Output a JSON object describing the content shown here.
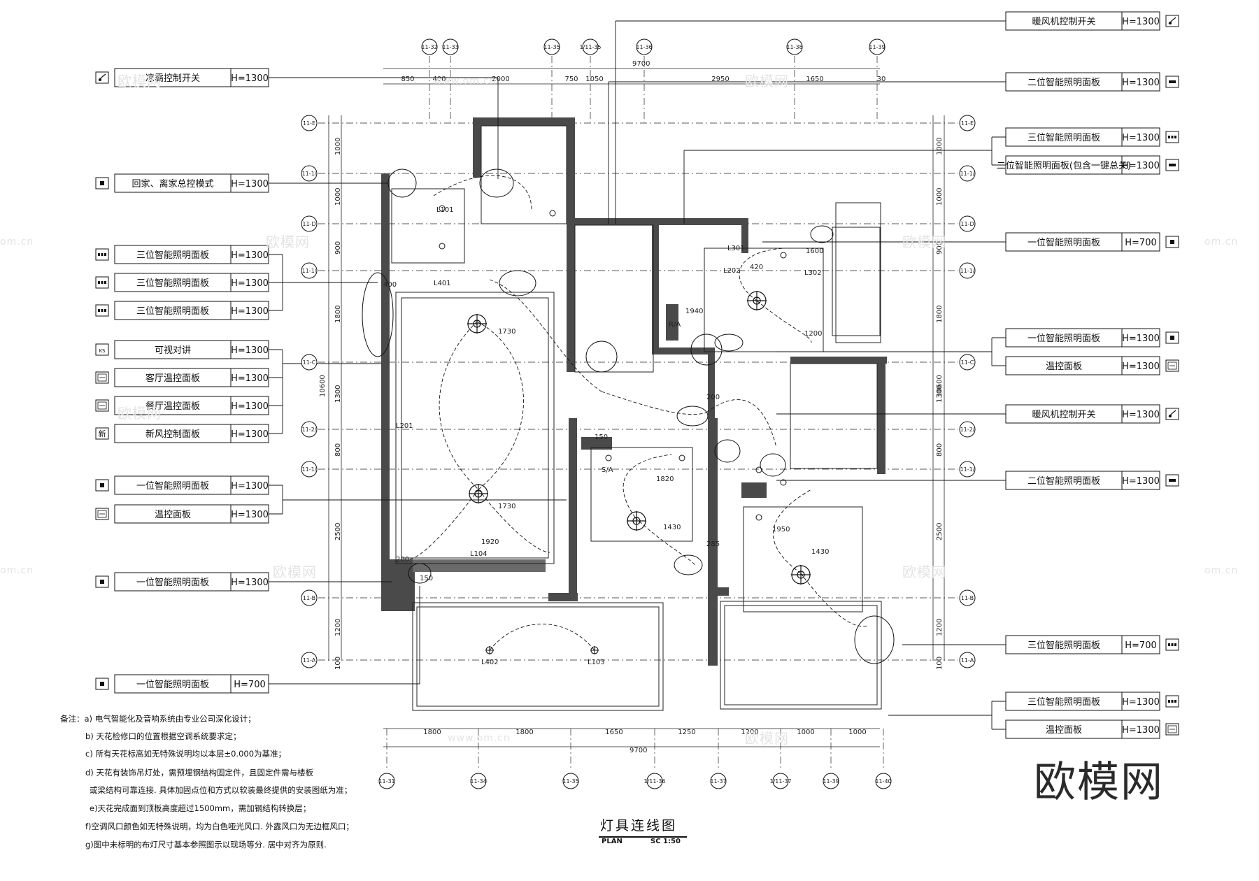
{
  "title": "灯具连线图",
  "plan_label": "PLAN",
  "scale_label": "SC 1:50",
  "brand": "欧模网",
  "watermarks": [
    "欧模网",
    "www.om.cn",
    "om.cn"
  ],
  "left_legend": [
    {
      "icon": "switch",
      "label": "凉霸控制开关",
      "height": "H=1300"
    },
    {
      "icon": "B",
      "label": "回家、离家总控模式",
      "height": "H=1300"
    },
    {
      "icon": "BBB",
      "label": "三位智能照明面板",
      "height": "H=1300"
    },
    {
      "icon": "BBB",
      "label": "三位智能照明面板",
      "height": "H=1300"
    },
    {
      "icon": "BBB",
      "label": "三位智能照明面板",
      "height": "H=1300"
    },
    {
      "icon": "KS",
      "label": "可视对讲",
      "height": "H=1300"
    },
    {
      "icon": "temp",
      "label": "客厅温控面板",
      "height": "H=1300"
    },
    {
      "icon": "temp",
      "label": "餐厅温控面板",
      "height": "H=1300"
    },
    {
      "icon": "新",
      "label": "新风控制面板",
      "height": "H=1300"
    },
    {
      "icon": "B",
      "label": "一位智能照明面板",
      "height": "H=1300"
    },
    {
      "icon": "temp",
      "label": "温控面板",
      "height": "H=1300"
    },
    {
      "icon": "B",
      "label": "一位智能照明面板",
      "height": "H=1300"
    },
    {
      "icon": "B",
      "label": "一位智能照明面板",
      "height": "H=700"
    }
  ],
  "right_legend": [
    {
      "icon": "switch",
      "label": "暖风机控制开关",
      "height": "H=1300"
    },
    {
      "icon": "BB",
      "label": "二位智能照明面板",
      "height": "H=1300"
    },
    {
      "icon": "BBB",
      "label": "三位智能照明面板",
      "height": "H=1300"
    },
    {
      "icon": "BB",
      "label": "二位智能照明面板(包含一键总关)",
      "height": "H=1300"
    },
    {
      "icon": "B",
      "label": "一位智能照明面板",
      "height": "H=700"
    },
    {
      "icon": "B",
      "label": "一位智能照明面板",
      "height": "H=1300"
    },
    {
      "icon": "temp",
      "label": "温控面板",
      "height": "H=1300"
    },
    {
      "icon": "switch",
      "label": "暖风机控制开关",
      "height": "H=1300"
    },
    {
      "icon": "BB",
      "label": "二位智能照明面板",
      "height": "H=1300"
    },
    {
      "icon": "BBB",
      "label": "三位智能照明面板",
      "height": "H=700"
    },
    {
      "icon": "BBB",
      "label": "三位智能照明面板",
      "height": "H=1300"
    },
    {
      "icon": "temp",
      "label": "温控面板",
      "height": "H=1300"
    }
  ],
  "top_grid": [
    "11-32",
    "11-33",
    "11-35",
    "1/11-35",
    "11-36",
    "11-38",
    "11-39"
  ],
  "bottom_grid": [
    "11-31",
    "11-34",
    "11-35",
    "1/11-36",
    "11-37",
    "1/11-37",
    "11-39",
    "11-40"
  ],
  "side_grid": [
    "11-E",
    "11-1/",
    "11-D",
    "11-1/",
    "11-C",
    "11-2/",
    "11-1/",
    "11-B",
    "11-A"
  ],
  "top_total": "9700",
  "top_dims": [
    "850",
    "400",
    "2000",
    "750",
    "1050",
    "2950",
    "1650",
    "30"
  ],
  "bottom_total": "9700",
  "bottom_dims": [
    "1800",
    "1800",
    "1650",
    "1250",
    "1200",
    "1000",
    "1000"
  ],
  "left_dims": [
    "1000",
    "1000",
    "900",
    "1800",
    "1300",
    "800",
    "2500",
    "1200",
    "100"
  ],
  "left_total": "10600",
  "right_dims": [
    "1000",
    "1000",
    "900",
    "1800",
    "1300",
    "800",
    "2500",
    "1200",
    "100"
  ],
  "right_total": "10600",
  "inner_dims": [
    "1730",
    "1730",
    "1920",
    "1430",
    "1430",
    "1950",
    "1820",
    "1940",
    "420",
    "1200",
    "150",
    "150",
    "200",
    "200",
    "285",
    "400",
    "1600"
  ],
  "notes": [
    "备注：a) 电气智能化及音响系统由专业公司深化设计；",
    "b) 天花检修口的位置根据空调系统要求定；",
    "c) 所有天花标高如无特殊说明均以本层±0.000为基准；",
    "d) 天花有装饰吊灯处，需预埋钢结构固定件，且固定件需与楼板",
    "或梁结构可靠连接. 具体加固点位和方式以软装最终提供的安装图纸为准；",
    "e)天花完成面到顶板高度超过1500mm，需加钢结构转换层；",
    "f)空调风口颜色如无特殊说明，均为白色哑光风口. 外露风口为无边框风口；",
    "g)图中未标明的布灯尺寸基本参照图示以现场等分. 居中对齐为原则."
  ],
  "fixture_labels": [
    "L101",
    "L201",
    "L202",
    "L301",
    "L302",
    "L401",
    "L402",
    "L103",
    "L104",
    "S/A",
    "R/A"
  ]
}
